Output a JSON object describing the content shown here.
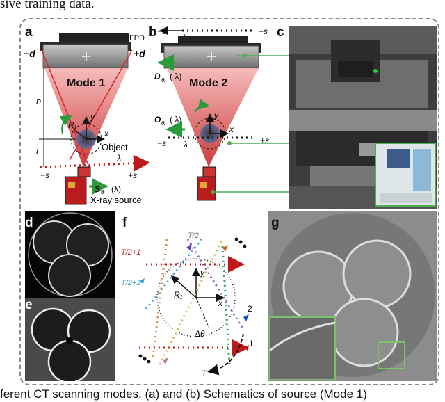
{
  "page": {
    "top_text": "sive training data.",
    "bottom_text": "ferent CT scanning modes. (a) and (b) Schematics of source (Mode 1)"
  },
  "panels": {
    "a": "a",
    "b": "b",
    "c": "c",
    "d": "d",
    "e": "e",
    "f": "f",
    "g": "g"
  },
  "panel_a": {
    "fpd": "FPD",
    "minus_d": "−d",
    "plus_d": "+d",
    "mode": "Mode 1",
    "h": "h",
    "l": "l",
    "y": "y",
    "x": "x",
    "r1": "R₁",
    "object": "Object",
    "minus_s": "−s",
    "plus_s": "+s",
    "lambda": "λ",
    "source_traj": "S",
    "source_traj_sub": "θᵢ",
    "source_traj_arg": "(λ)",
    "xray_source": "X-ray source"
  },
  "panel_b": {
    "minus_s_top": "−s",
    "plus_s_top": "+s",
    "lambda_top": "λ",
    "mode": "Mode 2",
    "d_traj": "D",
    "o_traj": "O",
    "sub": "θᵢ",
    "arg_d": "( λ)",
    "arg_o": "( λ)",
    "y": "y",
    "x": "x",
    "minus_s": "−s",
    "plus_s": "+s",
    "lambda": "λ"
  },
  "panel_f": {
    "t_half": "T/2",
    "t_half_plus_1": "T/2+1",
    "t_half_plus_2": "T/2+2",
    "y": "y",
    "x": "x",
    "r1": "R₁",
    "two": "2",
    "one": "1",
    "delta_theta": "Δθ",
    "t": "T"
  },
  "colors": {
    "beam_red": "#e04848",
    "dotted_red": "#c01818",
    "arrow_green": "#2a9a3a",
    "panel_green": "#4caf50",
    "blue_arrow": "#1e4fb0"
  }
}
